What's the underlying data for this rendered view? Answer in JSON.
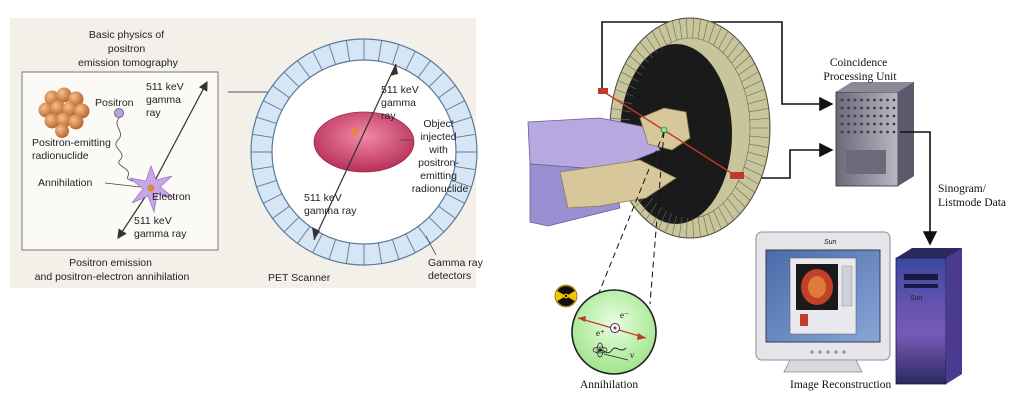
{
  "left_panel": {
    "title_lines": [
      "Basic physics of",
      "positron",
      "emission tomography"
    ],
    "positron_label": "Positron",
    "emitting_lines": [
      "Positron-emitting",
      "radionuclide"
    ],
    "annihilation_label": "Annihilation",
    "electron_label": "Electron",
    "gamma_top_lines": [
      "511 keV",
      "gamma",
      "ray"
    ],
    "gamma_bottom_lines": [
      "511 keV",
      "gamma ray"
    ],
    "caption_lines": [
      "Positron emission",
      "and positron-electron annihilation"
    ],
    "scanner": {
      "gamma_top_lines": [
        "511 keV",
        "gamma",
        "ray"
      ],
      "object_lines": [
        "Object",
        "injected",
        "with",
        "positron-",
        "emitting",
        "radionuclide"
      ],
      "gamma_bottom_lines": [
        "511 keV",
        "gamma ray"
      ],
      "caption": "PET Scanner",
      "detector_lines": [
        "Gamma ray",
        "detectors"
      ]
    }
  },
  "right_panel": {
    "cpu_lines": [
      "Coincidence",
      "Processing Unit"
    ],
    "sinogram_lines": [
      "Sinogram/",
      "Listmode Data"
    ],
    "annihilation_label": "Annihilation",
    "reconstruction_label": "Image Reconstruction",
    "inset_labels": {
      "electron": "e⁻",
      "positron": "e⁺",
      "neutrino": "ν"
    },
    "monitor_brand": "Sun",
    "tower_brand": "Sun"
  },
  "colors": {
    "ring_fill": "#d6e6f4",
    "ring_stroke": "#5a7a9a",
    "object_fill": "#d8507a",
    "nucleus": "#e0894a",
    "panel_bg": "#f3f0ea",
    "gantry": "#c9c59a",
    "beam": "#c0392b",
    "body_skin": "#d8c79a",
    "body_shirt": "#9a8fd0",
    "inset_fill": "#c9f5b8",
    "hazard": "#f5c400"
  }
}
